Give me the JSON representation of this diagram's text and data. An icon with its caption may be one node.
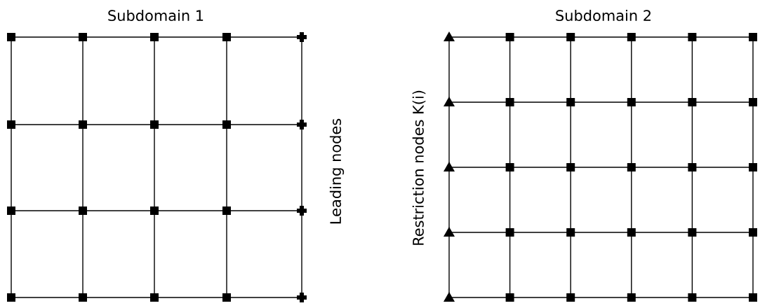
{
  "diagram": {
    "labels": [
      "Subdomain 1",
      "Subdomain 2",
      "Leading nodes",
      "Restriction nodes K(i)"
    ]
  }
}
